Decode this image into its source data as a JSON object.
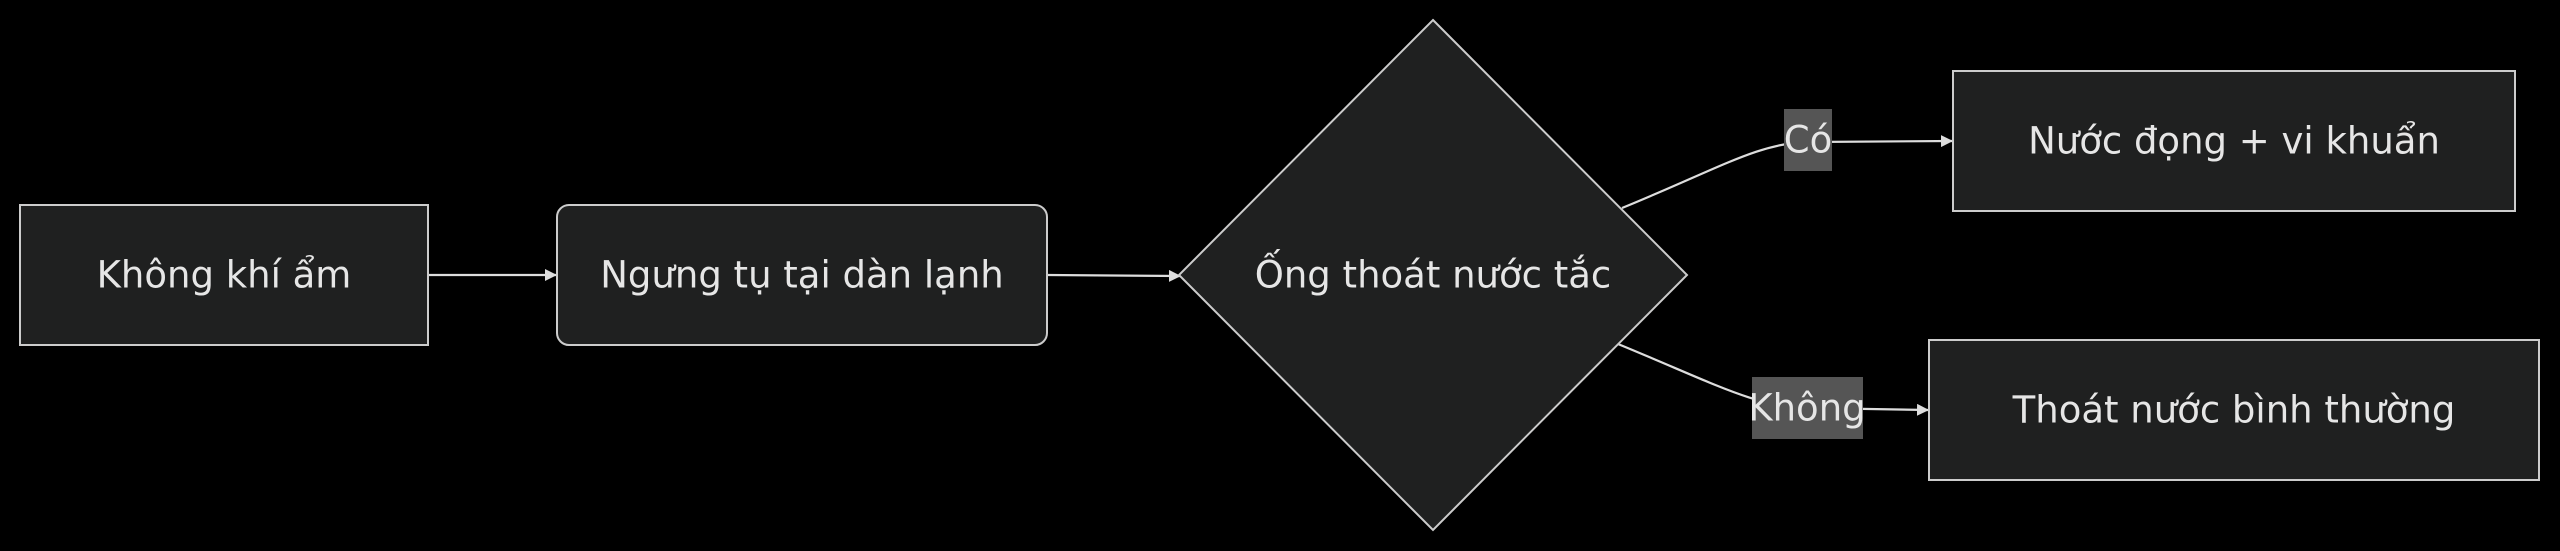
{
  "diagram": {
    "type": "flowchart",
    "direction": "left-to-right",
    "colors": {
      "background": "#000000",
      "node_fill": "#1f2020",
      "node_stroke": "#cccccc",
      "edge": "#dddddd",
      "text": "#e6e6e6",
      "edge_label_bg": "#555555"
    },
    "nodes": {
      "n1": {
        "label": "Không khí ẩm",
        "shape": "rectangle"
      },
      "n2": {
        "label": "Ngưng tụ tại dàn lạnh",
        "shape": "rounded-rectangle"
      },
      "n3": {
        "label": "Ống thoát nước tắc",
        "shape": "diamond"
      },
      "n4": {
        "label": "Nước đọng + vi khuẩn",
        "shape": "rectangle"
      },
      "n5": {
        "label": "Thoát nước bình thường",
        "shape": "rectangle"
      }
    },
    "edges": [
      {
        "from": "n1",
        "to": "n2",
        "label": ""
      },
      {
        "from": "n2",
        "to": "n3",
        "label": ""
      },
      {
        "from": "n3",
        "to": "n4",
        "label": "Có"
      },
      {
        "from": "n3",
        "to": "n5",
        "label": "Không"
      }
    ],
    "edge_labels": {
      "yes": "Có",
      "no": "Không"
    }
  }
}
